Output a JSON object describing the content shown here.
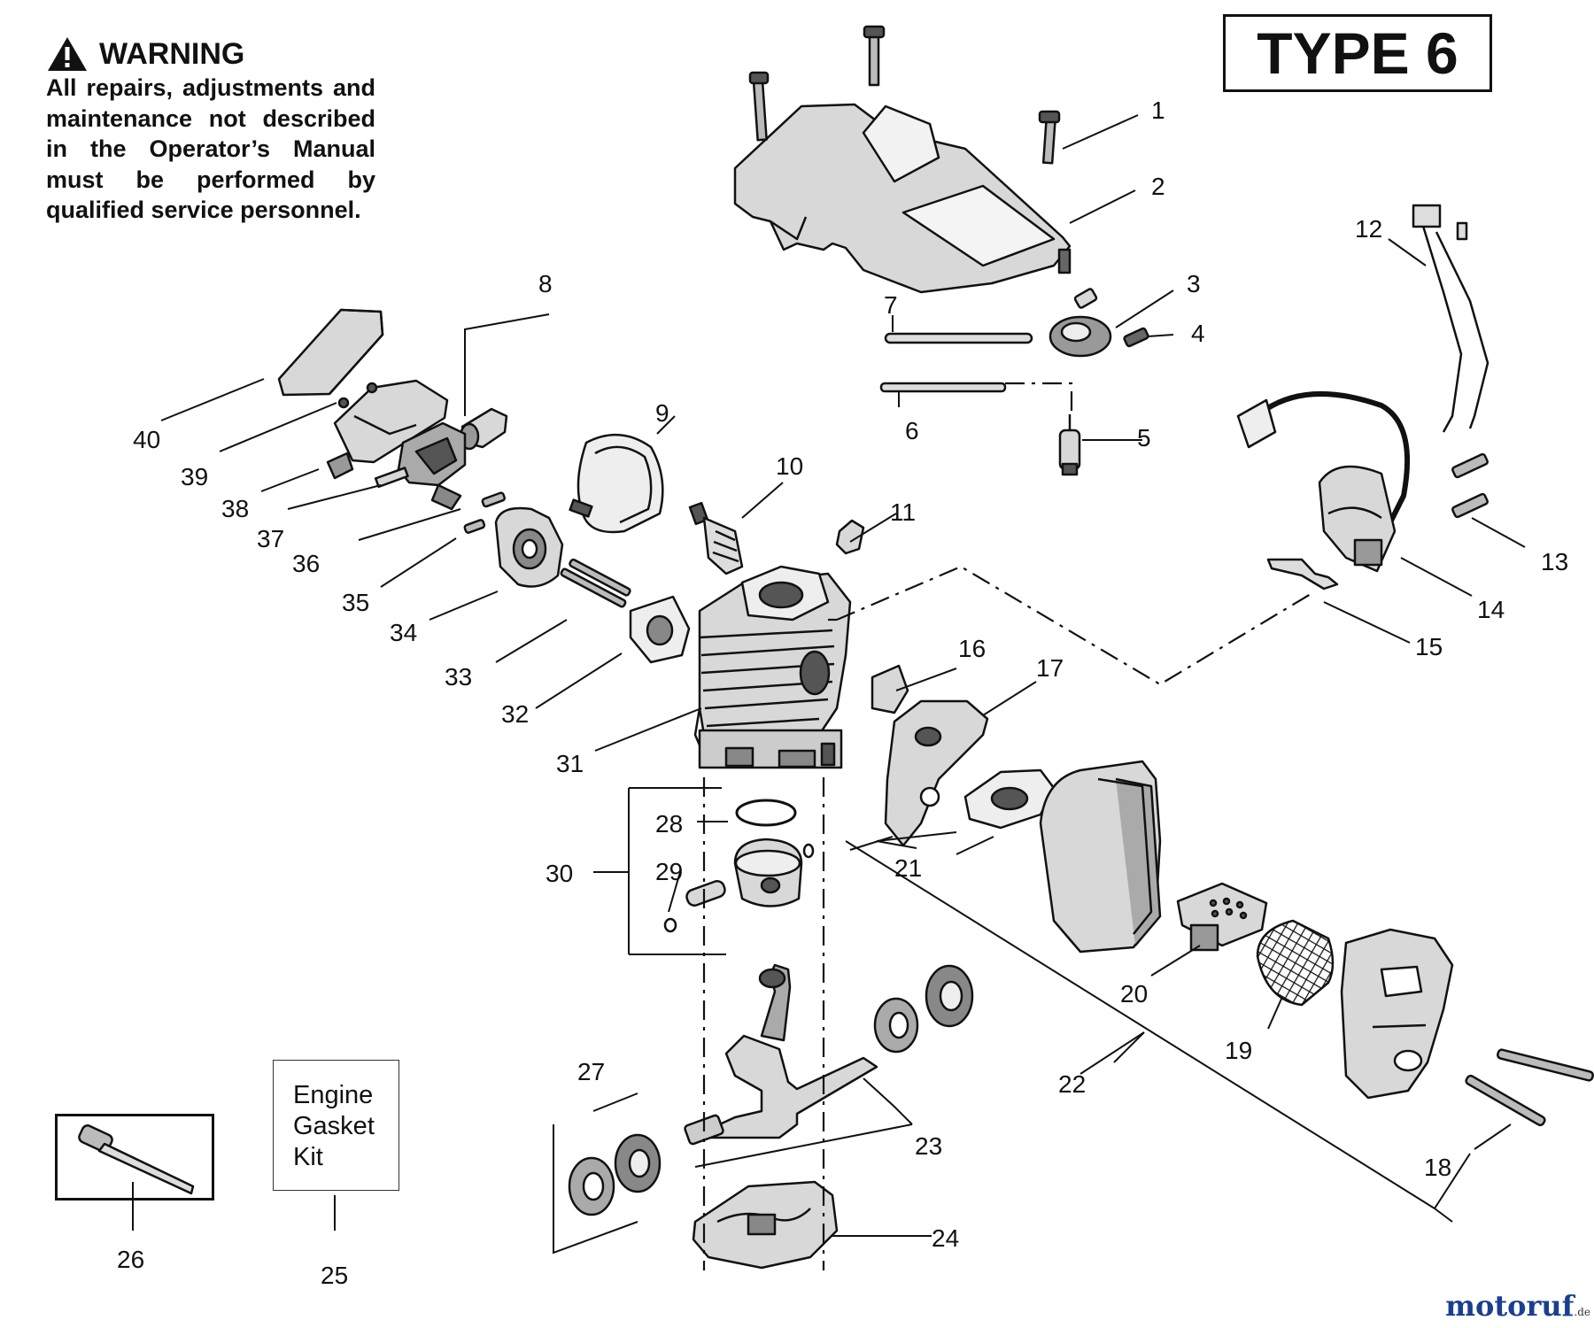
{
  "warning": {
    "title": "WARNING",
    "body": "All repairs, adjustments and maintenance not described in the Operator’s Manual must be performed by qualified service personnel."
  },
  "type_label": "TYPE 6",
  "kit_label": [
    "Engine",
    "Gasket",
    "Kit"
  ],
  "callouts": [
    {
      "id": "1",
      "text": "1"
    },
    {
      "id": "2",
      "text": "2"
    },
    {
      "id": "3",
      "text": "3"
    },
    {
      "id": "4",
      "text": "4"
    },
    {
      "id": "5",
      "text": "5"
    },
    {
      "id": "6",
      "text": "6"
    },
    {
      "id": "7",
      "text": "7"
    },
    {
      "id": "8",
      "text": "8"
    },
    {
      "id": "9",
      "text": "9"
    },
    {
      "id": "10",
      "text": "10"
    },
    {
      "id": "11",
      "text": "11"
    },
    {
      "id": "12",
      "text": "12"
    },
    {
      "id": "13",
      "text": "13"
    },
    {
      "id": "14",
      "text": "14"
    },
    {
      "id": "15",
      "text": "15"
    },
    {
      "id": "16",
      "text": "16"
    },
    {
      "id": "17",
      "text": "17"
    },
    {
      "id": "18",
      "text": "18"
    },
    {
      "id": "19",
      "text": "19"
    },
    {
      "id": "20",
      "text": "20"
    },
    {
      "id": "21",
      "text": "21"
    },
    {
      "id": "22",
      "text": "22"
    },
    {
      "id": "23",
      "text": "23"
    },
    {
      "id": "24",
      "text": "24"
    },
    {
      "id": "25",
      "text": "25"
    },
    {
      "id": "26",
      "text": "26"
    },
    {
      "id": "27",
      "text": "27"
    },
    {
      "id": "28",
      "text": "28"
    },
    {
      "id": "29",
      "text": "29"
    },
    {
      "id": "30",
      "text": "30"
    },
    {
      "id": "31",
      "text": "31"
    },
    {
      "id": "32",
      "text": "32"
    },
    {
      "id": "33",
      "text": "33"
    },
    {
      "id": "34",
      "text": "34"
    },
    {
      "id": "35",
      "text": "35"
    },
    {
      "id": "36",
      "text": "36"
    },
    {
      "id": "37",
      "text": "37"
    },
    {
      "id": "38",
      "text": "38"
    },
    {
      "id": "39",
      "text": "39"
    },
    {
      "id": "40",
      "text": "40"
    }
  ],
  "watermark": {
    "brand": "motoruf",
    "tld": ".de"
  },
  "colors": {
    "ink": "#111111",
    "part_fill": "#d8d8d8",
    "part_dark": "#5a5a5a",
    "watermark_blue": "#1a3f8f",
    "watermark_red": "#c8102e"
  }
}
